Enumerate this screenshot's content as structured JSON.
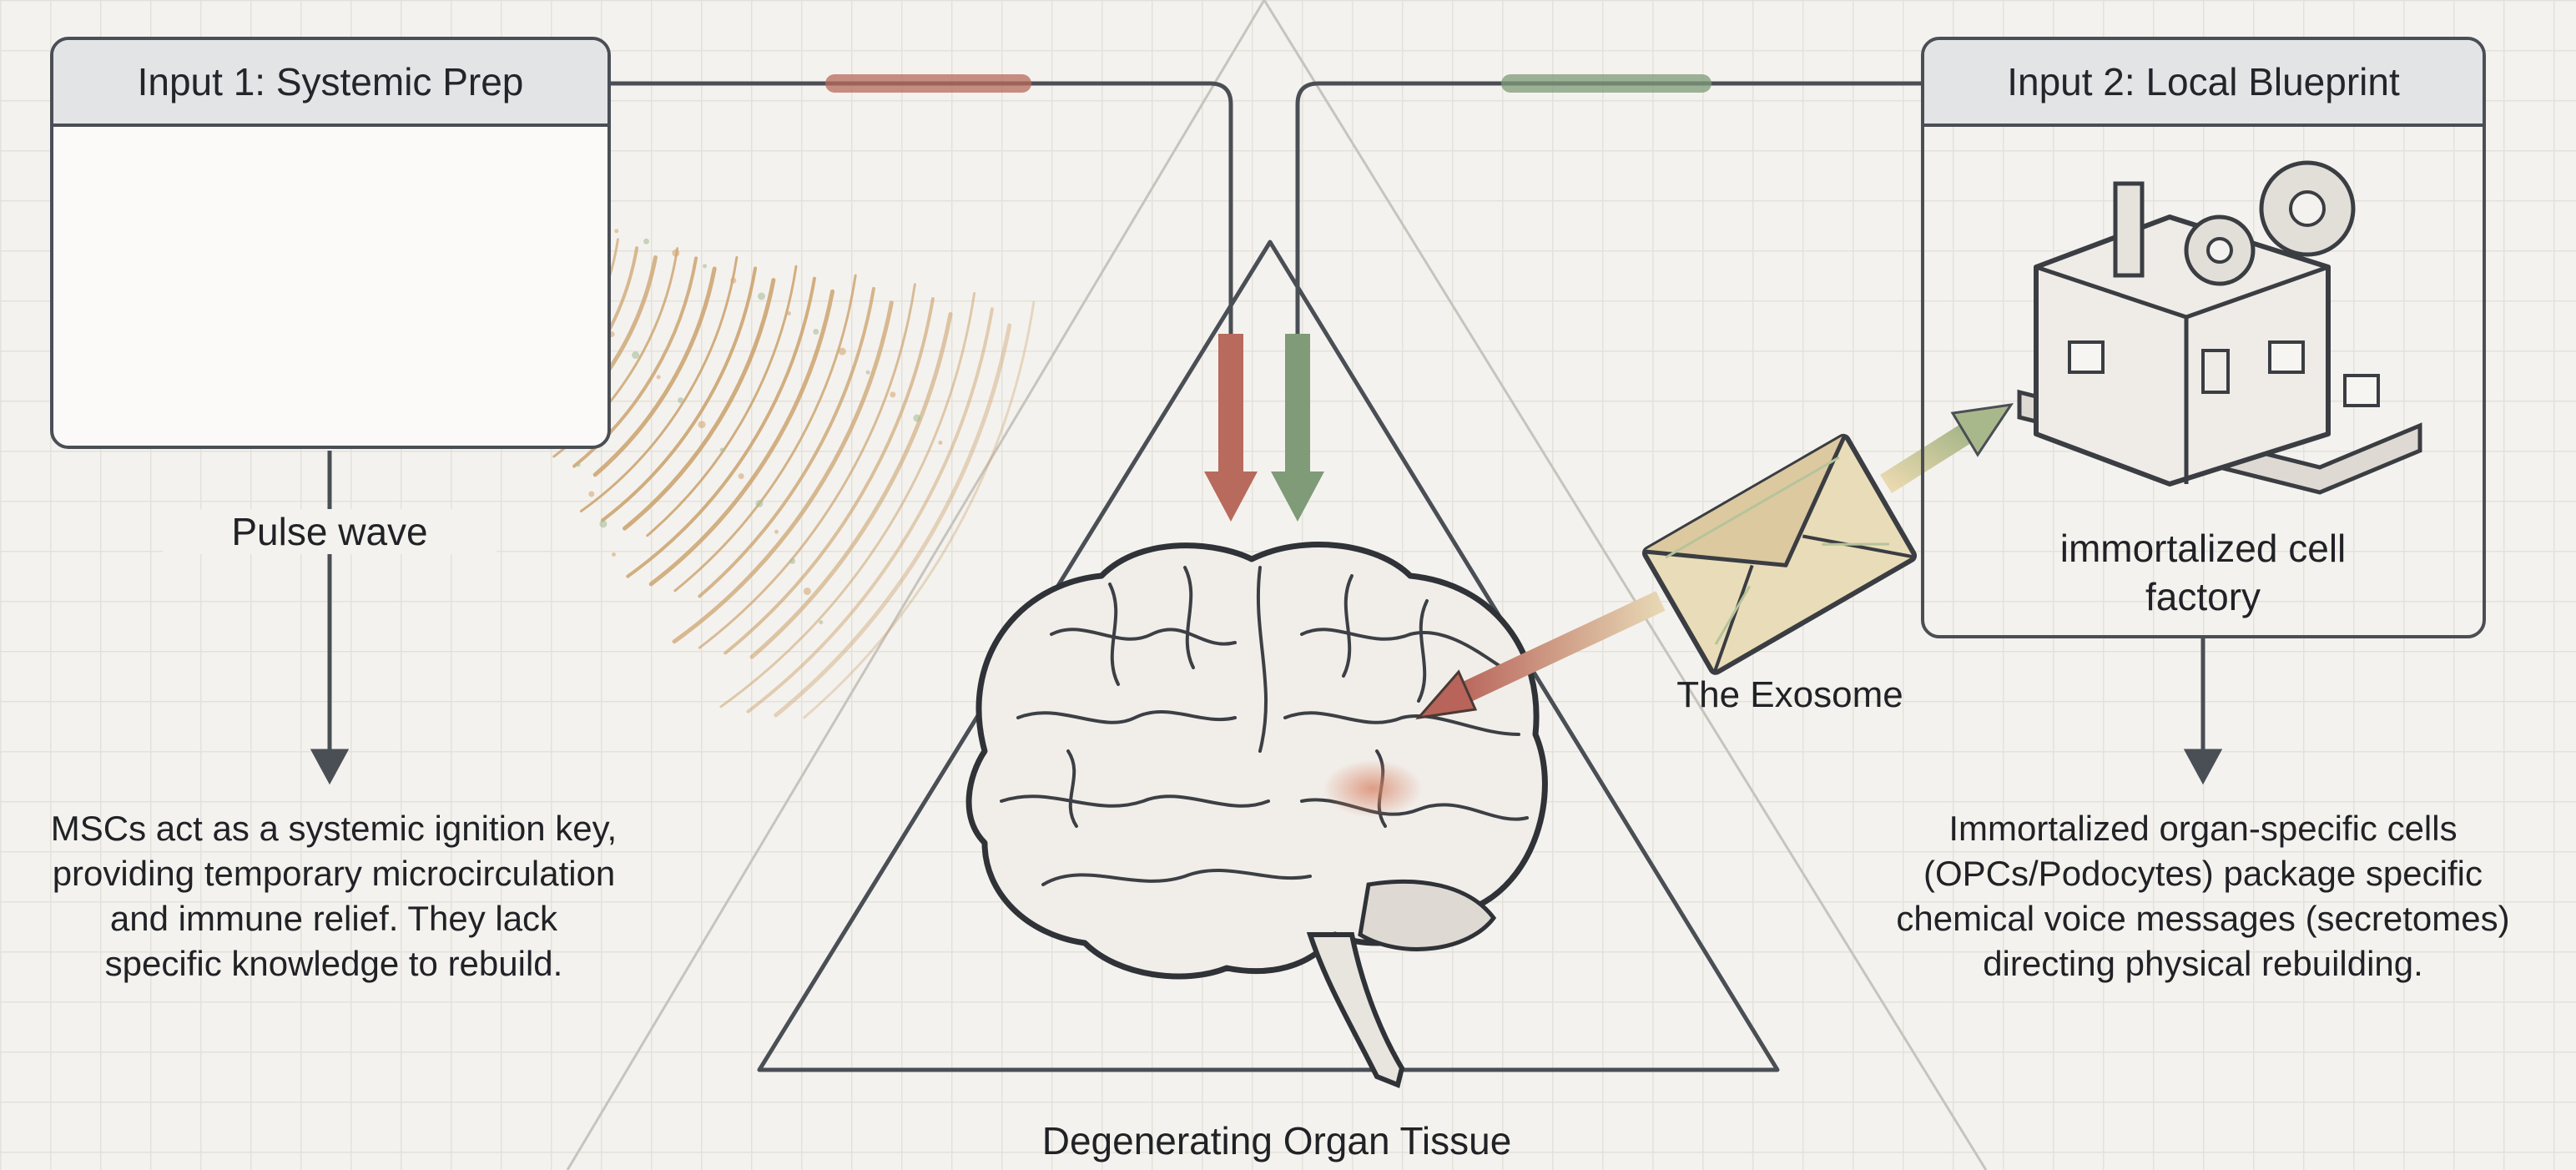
{
  "input1": {
    "title": "Input 1: Systemic Prep",
    "mechanism": "Pulse wave",
    "description_lines": [
      "MSCs act as a systemic ignition key,",
      "providing temporary microcirculation",
      "and immune relief. They lack",
      "specific knowledge to rebuild."
    ],
    "icon": "key-icon"
  },
  "input2": {
    "title": "Input 2: Local Blueprint",
    "factory_label_lines": [
      "immortalized cell",
      "factory"
    ],
    "description_lines": [
      "Immortalized organ-specific cells",
      "(OPCs/Podocytes) package specific",
      "chemical voice messages (secretomes)",
      "directing physical rebuilding."
    ],
    "icon": "factory-icon"
  },
  "exosome": {
    "label": "The Exosome",
    "icon": "envelope-icon"
  },
  "target": {
    "label": "Degenerating Organ Tissue",
    "icon": "brain-icon"
  },
  "colors": {
    "warm": "#b86a5c",
    "cool": "#7f9b78",
    "line": "#4a4e55",
    "grid": "#e4e1db"
  }
}
